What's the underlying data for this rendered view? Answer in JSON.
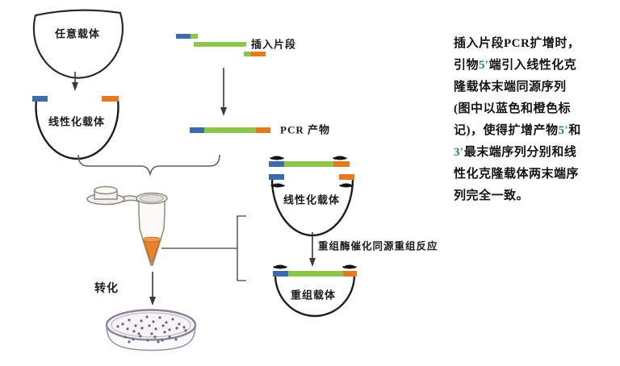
{
  "labels": {
    "any_vector": "任意载体",
    "linearized_vector_left": "线性化载体",
    "insert_fragment": "插入片段",
    "pcr_product": "PCR 产物",
    "linearized_vector_right": "线性化载体",
    "recombination_reaction": "重组酶催化同源重组反应",
    "recombinant_vector": "重组载体",
    "transformation": "转化"
  },
  "description": {
    "l1": "插入片段PCR扩增时，",
    "l2a": "引物",
    "l2b": "5′",
    "l2c": "端引入线性化克",
    "l3": "隆载体末端同源序列",
    "l4": "(图中以蓝色和橙色标",
    "l5a": "记)，使得扩增产物",
    "l5b": "5′",
    "l5c": "和",
    "l6a": "3′",
    "l6b": "最末端序列分别和线",
    "l7": "性化克隆载体两末端序",
    "l8": "列完全一致。"
  },
  "colors": {
    "homology_blue": "#3d6cab",
    "insert_green": "#8cc54a",
    "homology_orange": "#e4791f",
    "liquid_orange": "#e8832c",
    "outline_dark": "#2b2b2b",
    "connector_gray": "#5f5f5f",
    "prime_accent": "#2e7d8c"
  }
}
